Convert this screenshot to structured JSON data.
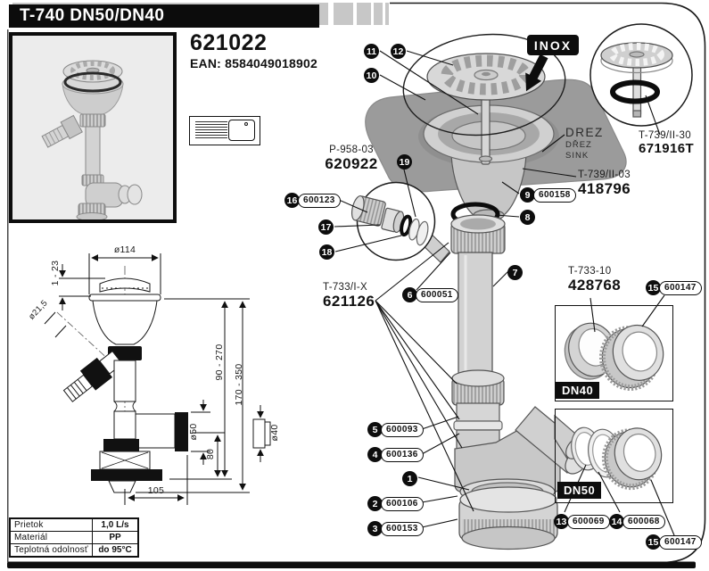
{
  "header": {
    "title": "T-740 DN50/DN40"
  },
  "product": {
    "sku": "621022",
    "ean": "EAN: 8584049018902"
  },
  "diagram": {
    "inox": "INOX",
    "sink": {
      "line1": "DREZ",
      "line2": "DŘEZ",
      "line3": "SINK"
    },
    "dn40": "DN40",
    "dn50": "DN50",
    "refs": {
      "p958": {
        "code": "P-958-03",
        "sku": "620922"
      },
      "t733ix": {
        "code": "T-733/I-X",
        "sku": "621126"
      },
      "t739_03": {
        "code": "T-739/II-03",
        "sku": "418796"
      },
      "t739_30": {
        "code": "T-739/II-30",
        "sku": "671916T"
      },
      "t733_10": {
        "code": "T-733-10",
        "sku": "428768"
      }
    },
    "callouts": {
      "c1": {
        "num": "1"
      },
      "c2": {
        "num": "2",
        "part": "600106"
      },
      "c3": {
        "num": "3",
        "part": "600153"
      },
      "c4": {
        "num": "4",
        "part": "600136"
      },
      "c5": {
        "num": "5",
        "part": "600093"
      },
      "c6": {
        "num": "6",
        "part": "600051"
      },
      "c7": {
        "num": "7"
      },
      "c8": {
        "num": "8"
      },
      "c9": {
        "num": "9",
        "part": "600158"
      },
      "c10": {
        "num": "10"
      },
      "c11": {
        "num": "11"
      },
      "c12": {
        "num": "12"
      },
      "c13": {
        "num": "13",
        "part": "600069"
      },
      "c14": {
        "num": "14",
        "part": "600068"
      },
      "c15": {
        "num": "15",
        "part": "600147"
      },
      "c16": {
        "num": "16",
        "part": "600123"
      },
      "c17": {
        "num": "17"
      },
      "c18": {
        "num": "18"
      },
      "c19": {
        "num": "19"
      }
    }
  },
  "dims": {
    "d114": "ø114",
    "d1_23": "1 - 23",
    "d21_5": "ø21,5",
    "d90_270": "90 - 270",
    "d170_350": "170 - 350",
    "d50": "ø50",
    "d80": "80",
    "d105": "105",
    "d40": "ø40"
  },
  "table": {
    "rows": [
      {
        "label": "Prietok",
        "value": "1,0 L/s"
      },
      {
        "label": "Materiál",
        "value": "PP"
      },
      {
        "label": "Teplotná odolnosť",
        "value": "do 95°C"
      }
    ]
  }
}
